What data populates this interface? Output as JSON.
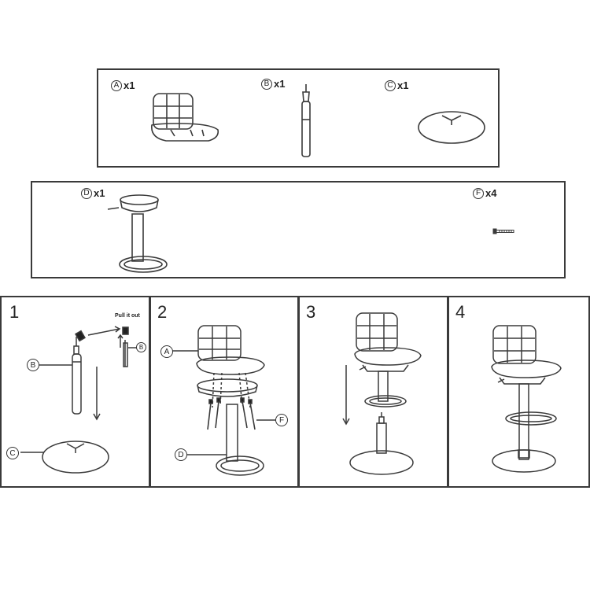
{
  "parts": {
    "A": {
      "letter": "A",
      "qty": "x1"
    },
    "B": {
      "letter": "B",
      "qty": "x1"
    },
    "C": {
      "letter": "C",
      "qty": "x1"
    },
    "D": {
      "letter": "D",
      "qty": "x1"
    },
    "F": {
      "letter": "F",
      "qty": "x4"
    }
  },
  "steps": {
    "s1": {
      "number": "1",
      "note": "Pull it out",
      "labels": [
        "B",
        "C",
        "B"
      ]
    },
    "s2": {
      "number": "2",
      "labels": [
        "A",
        "D",
        "F"
      ]
    },
    "s3": {
      "number": "3"
    },
    "s4": {
      "number": "4"
    }
  },
  "colors": {
    "line": "#3a3a3a",
    "background": "#ffffff"
  }
}
